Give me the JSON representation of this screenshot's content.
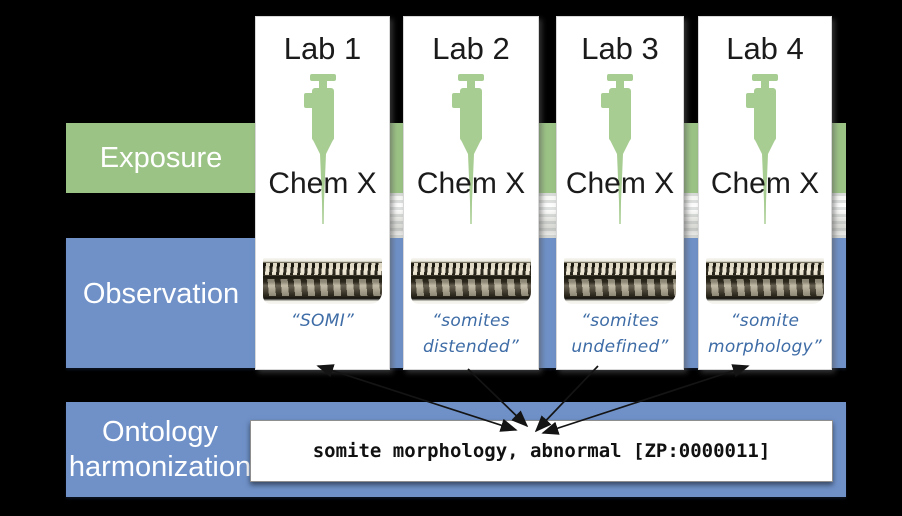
{
  "bands": {
    "exposure": {
      "label": "Exposure",
      "color": "#9cc386"
    },
    "observation": {
      "label": "Observation",
      "color": "#6f91c8"
    },
    "harmonization": {
      "label_line1": "Ontology",
      "label_line2": "harmonization",
      "color": "#6f91c8"
    }
  },
  "labs": [
    {
      "name": "Lab 1",
      "chemical": "Chem X",
      "quote_line1": "“SOMI”",
      "quote_line2": ""
    },
    {
      "name": "Lab 2",
      "chemical": "Chem X",
      "quote_line1": "“somites",
      "quote_line2": "distended”"
    },
    {
      "name": "Lab 3",
      "chemical": "Chem X",
      "quote_line1": "“somites",
      "quote_line2": "undefined”"
    },
    {
      "name": "Lab 4",
      "chemical": "Chem X",
      "quote_line1": "“somite",
      "quote_line2": "morphology”"
    }
  ],
  "harmonized_term": "somite morphology, abnormal [ZP:0000011]",
  "icons": {
    "pipette": "micropipette dispensing chemical",
    "embryo": "zebrafish embryo micrograph"
  },
  "colors": {
    "background": "#000000",
    "card_background": "#ffffff",
    "quote_text": "#3e6ca6",
    "pipette_green": "#a8cd92",
    "arrow": "#141414"
  }
}
